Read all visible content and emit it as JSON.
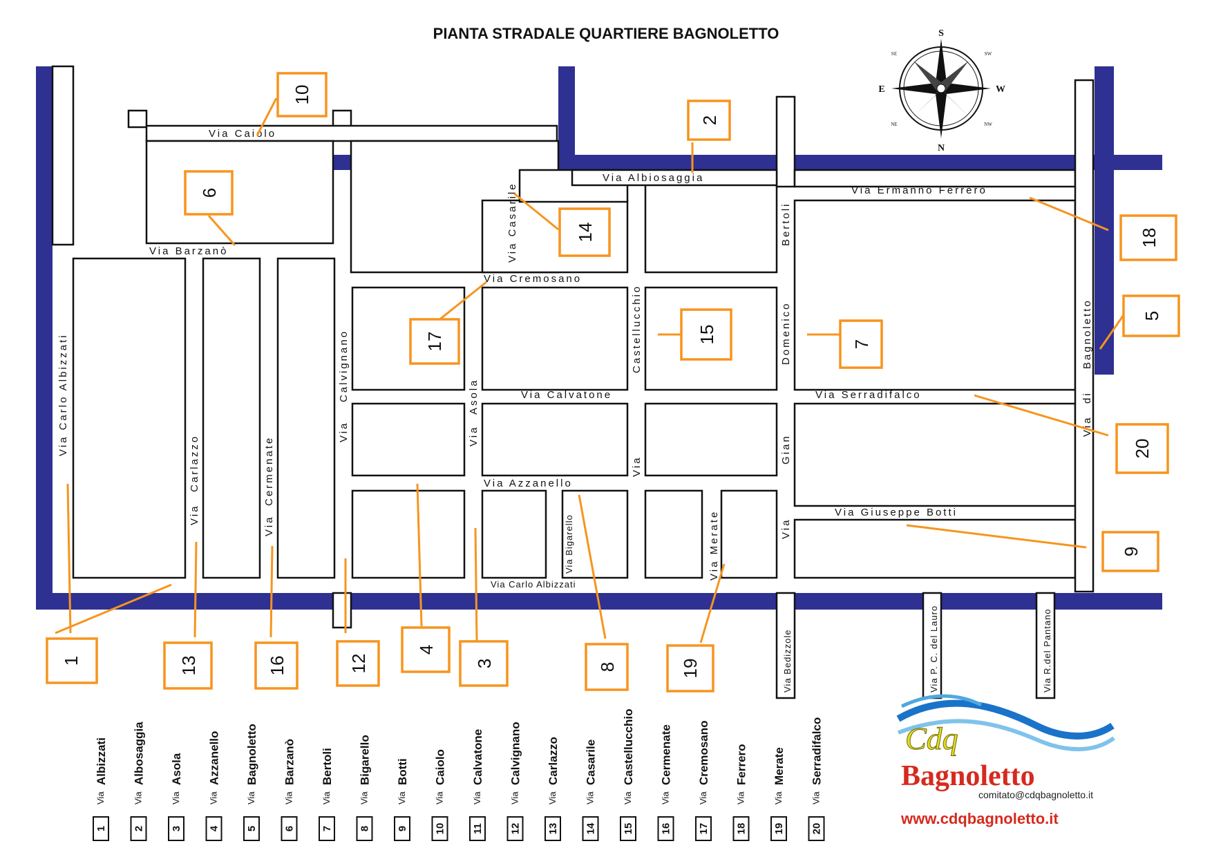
{
  "title": "PIANTA STRADALE QUARTIERE BAGNOLETTO",
  "colors": {
    "river": "#2e3192",
    "callout": "#f7941d",
    "street_outline": "#111111",
    "logo_red": "#d62a1e",
    "logo_blue": "#1a73c9"
  },
  "compass": {
    "S": "S",
    "N": "N",
    "E": "E",
    "W": "W",
    "SE": "SE",
    "SW": "SW",
    "NE": "NE",
    "NW": "NW",
    "icon": "compass-rose-icon"
  },
  "streets": {
    "caiolo": "Via Caiolo",
    "albiosaggia": "Via Albiosaggia",
    "ferrero": "Via Ermanno Ferrero",
    "barzano": "Via Barzanò",
    "casarile": "Via Casarile",
    "cremosano": "Via Cremosano",
    "albizzati_v": "Via Carlo Albizzati",
    "carlazzo_word": "Carlazzo",
    "cermenate_word": "Cermenate",
    "calvignano_word": "Calvignano",
    "asola_word": "Asola",
    "castellucchio_word": "Castellucchio",
    "bertoli_word": "Bertoli",
    "domenico_word": "Domenico",
    "gian_word": "Gian",
    "bagnoletto_word": "Bagnoletto",
    "di_word": "di",
    "via_word": "Via",
    "calvatone": "Via Calvatone",
    "serradifalco": "Via Serradifalco",
    "azzanello": "Via  Azzanello",
    "botti": "Via Giuseppe Botti",
    "bigarello": "Via Bigarello",
    "merate": "Via Merate",
    "albizzati_h": "Via  Carlo Albizzati",
    "bedizzole": "Via Bedizzole",
    "lauro": "Via P. C. del Lauro",
    "pantano": "Via R.del Pantano"
  },
  "callouts": [
    "1",
    "2",
    "3",
    "4",
    "5",
    "6",
    "7",
    "8",
    "9",
    "10",
    "12",
    "13",
    "14",
    "15",
    "16",
    "17",
    "18",
    "19",
    "20"
  ],
  "legend": [
    {
      "num": "1",
      "via": "Via",
      "name": "Albizzati"
    },
    {
      "num": "2",
      "via": "Via",
      "name": "Albosaggia"
    },
    {
      "num": "3",
      "via": "Via",
      "name": "Asola"
    },
    {
      "num": "4",
      "via": "Via",
      "name": "Azzanello"
    },
    {
      "num": "5",
      "via": "Via",
      "name": "Bagnoletto"
    },
    {
      "num": "6",
      "via": "Via",
      "name": "Barzanò"
    },
    {
      "num": "7",
      "via": "Via",
      "name": "Bertoli"
    },
    {
      "num": "8",
      "via": "Via",
      "name": "Bigarello"
    },
    {
      "num": "9",
      "via": "Via",
      "name": "Botti"
    },
    {
      "num": "10",
      "via": "Via",
      "name": "Caiolo"
    },
    {
      "num": "11",
      "via": "Via",
      "name": "Calvatone"
    },
    {
      "num": "12",
      "via": "Via",
      "name": "Calvignano"
    },
    {
      "num": "13",
      "via": "Via",
      "name": "Carlazzo"
    },
    {
      "num": "14",
      "via": "Via",
      "name": "Casarile"
    },
    {
      "num": "15",
      "via": "Via",
      "name": "Castellucchio"
    },
    {
      "num": "16",
      "via": "Via",
      "name": "Cermenate"
    },
    {
      "num": "17",
      "via": "Via",
      "name": "Cremosano"
    },
    {
      "num": "18",
      "via": "Via",
      "name": "Ferrero"
    },
    {
      "num": "19",
      "via": "Via",
      "name": "Merate"
    },
    {
      "num": "20",
      "via": "Via",
      "name": "Serradifalco"
    }
  ],
  "logo": {
    "brand": "Cdq",
    "name": "Bagnoletto",
    "email": "comitato@cdqbagnoletto.it",
    "url": "www.cdqbagnoletto.it"
  }
}
